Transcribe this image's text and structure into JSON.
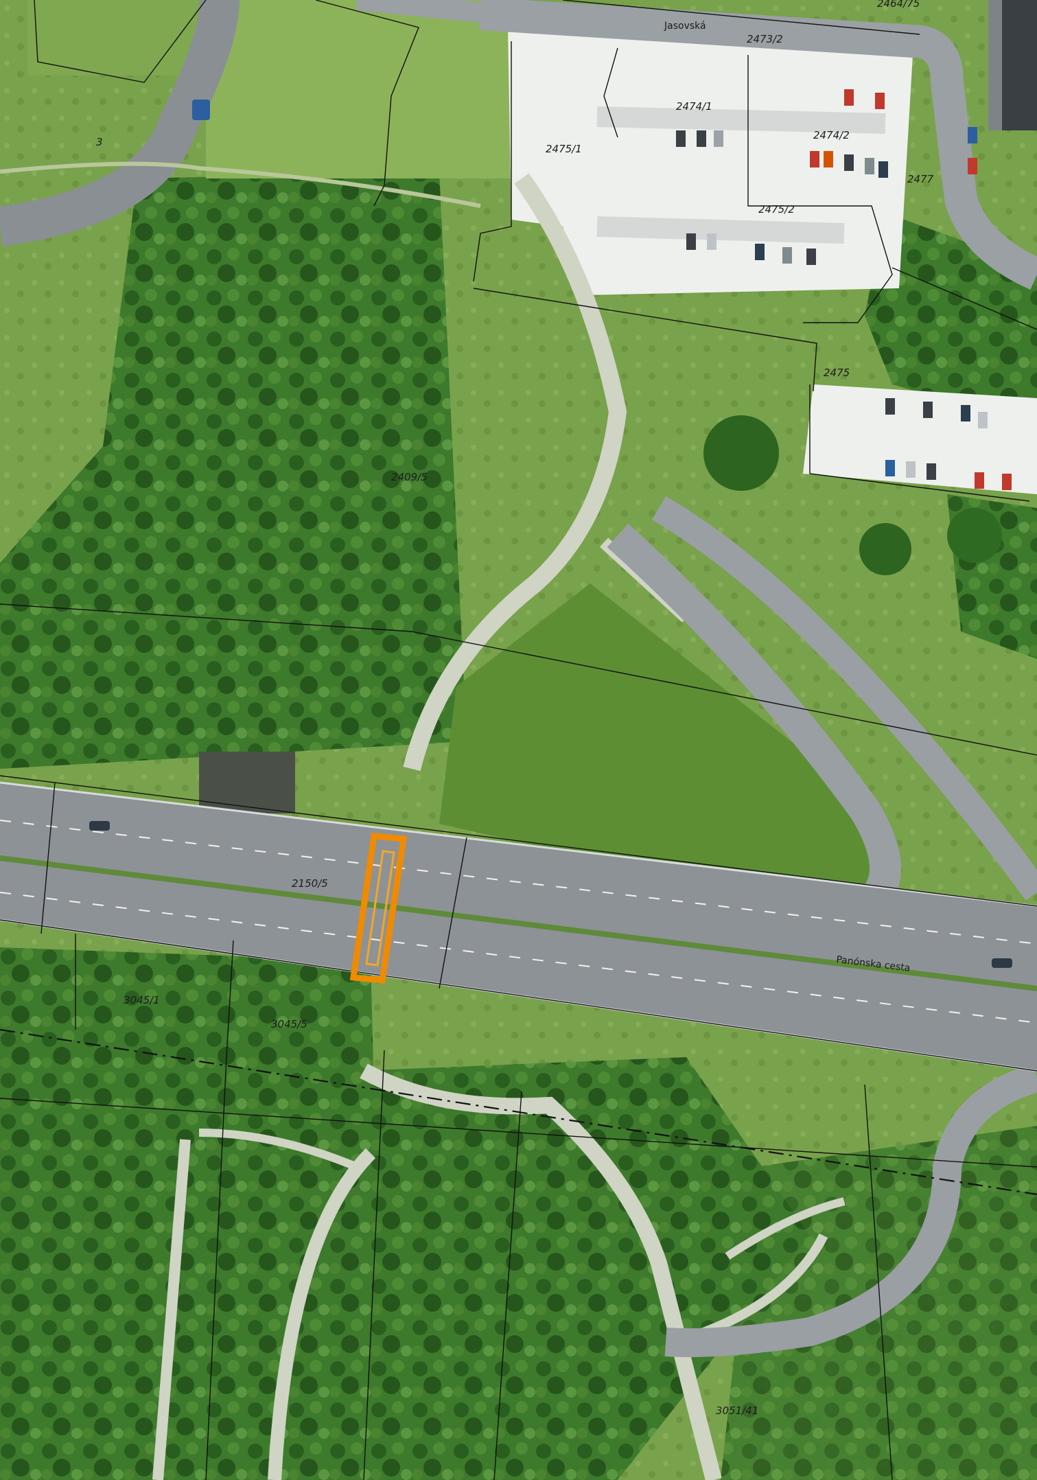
{
  "streets": {
    "jasovska": "Jasovská",
    "panonska": "Panónska cesta"
  },
  "parcels": {
    "p2464": "2464/75",
    "p2473": "2473/2",
    "p2474_1": "2474/1",
    "p2474_2": "2474/2",
    "p2475_1": "2475/1",
    "p2475_2": "2475/2",
    "p2477": "2477",
    "p2475": "2475",
    "p2409": "2409/5",
    "p2150": "2150/5",
    "p3045_1": "3045/1",
    "p3045_5": "3045/5",
    "p3051": "3051/41",
    "p3": "3"
  },
  "colors": {
    "grass": "#6f9a45",
    "forest": "#2f6a22",
    "road": "#8a8f94",
    "parking": "#eef0ee",
    "highlight": "#f08a00"
  }
}
